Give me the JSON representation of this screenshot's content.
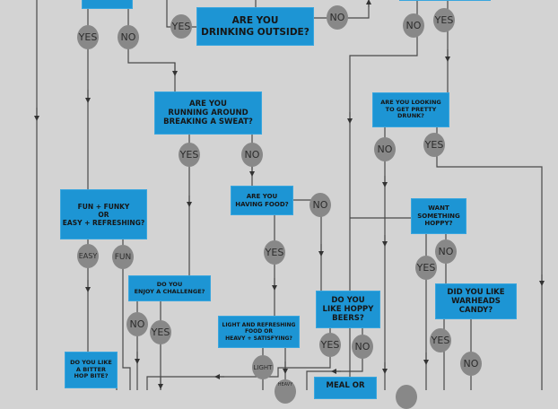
{
  "colors": {
    "background": "#d3d3d3",
    "box": "#1d95d4",
    "circle": "#888888",
    "line": "#444444"
  },
  "boxes": {
    "drinking_outside": "ARE YOU\nDRINKING OUTSIDE?",
    "running": "ARE YOU\nRUNNING AROUND\nBREAKING A SWEAT?",
    "pretty_drunk": "ARE YOU LOOKING\nTO GET PRETTY\nDRUNK?",
    "fun_funky": "FUN + FUNKY\nOR\nEASY + REFRESHING?",
    "having_food": "ARE YOU\nHAVING FOOD?",
    "want_hoppy": "WANT\nSOMETHING\nHOPPY?",
    "challenge": "DO YOU\nENJOY A CHALLENGE?",
    "warheads": "DID YOU LIKE\nWARHEADS\nCANDY?",
    "hoppy_beers": "DO YOU\nLIKE HOPPY\nBEERS?",
    "light_heavy": "LIGHT AND REFRESHING\nFOOD OR\nHEAVY + SATISFYING?",
    "bitter": "DO YOU LIKE\nA BITTER\nHOP BITE?",
    "meal": "MEAL OR"
  },
  "answers": {
    "yes": "YES",
    "no": "NO",
    "easy": "EASY",
    "fun": "FUN",
    "light": "LIGHT",
    "heavy": "HEAVY"
  }
}
